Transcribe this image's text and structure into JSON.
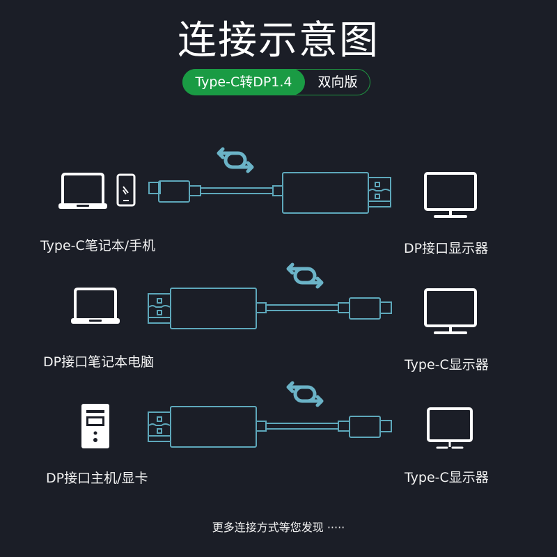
{
  "title": "连接示意图",
  "badge": {
    "primary": "Type-C转DP1.4",
    "secondary": "双向版"
  },
  "colors": {
    "background": "#1b1e27",
    "accent_green": "#1a9b44",
    "cable_stroke": "#5ea8bb",
    "arrow_fill": "#6bb3c7",
    "icon_white": "#ffffff"
  },
  "rows": [
    {
      "source_label": "Type-C笔记本/手机",
      "source_icons": [
        "laptop-icon",
        "phone-icon"
      ],
      "cable": "typec-to-dp",
      "target_label": "DP接口显示器",
      "target_icon": "monitor-icon",
      "direction_icon": "bidirectional-arrows-icon"
    },
    {
      "source_label": "DP接口笔记本电脑",
      "source_icons": [
        "laptop-icon"
      ],
      "cable": "dp-to-typec",
      "target_label": "Type-C显示器",
      "target_icon": "monitor-icon",
      "direction_icon": "bidirectional-arrows-icon"
    },
    {
      "source_label": "DP接口主机/显卡",
      "source_icons": [
        "desktop-tower-icon"
      ],
      "cable": "dp-to-typec",
      "target_label": "Type-C显示器",
      "target_icon": "monitor-icon",
      "direction_icon": "bidirectional-arrows-icon"
    }
  ],
  "footer": "更多连接方式等您发现 ·····"
}
